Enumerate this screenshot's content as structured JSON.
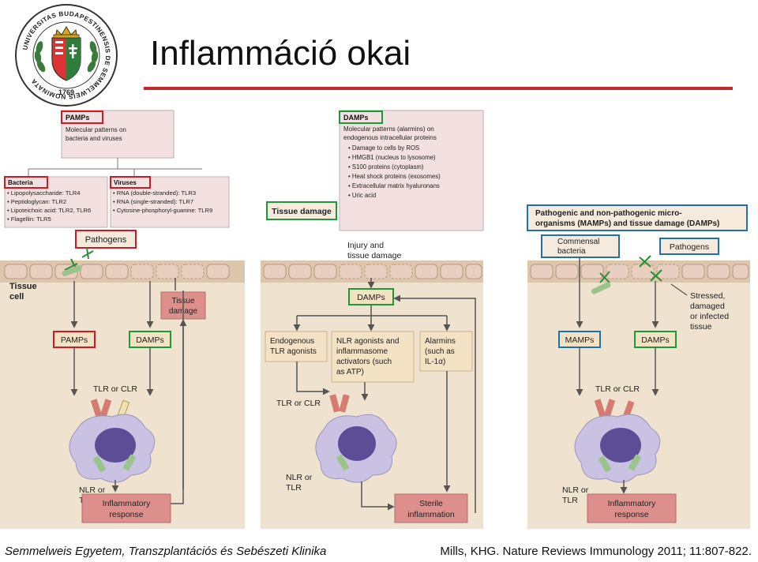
{
  "slide": {
    "title": "Inflammáció okai"
  },
  "seal": {
    "ring_text": "UNIVERSITAS BUDAPESTINENSIS DE SEMMELWEIS NOMINATA",
    "year": "1769"
  },
  "panel_a": {
    "pamps": {
      "title": "PAMPs",
      "lines": [
        "Molecular patterns on",
        "bacteria and viruses"
      ]
    },
    "bacteria": {
      "title": "Bacteria",
      "items": [
        "• Lipopolysaccharide: TLR4",
        "• Peptidoglycan: TLR2",
        "• Lipoteichoic acid: TLR2, TLR6",
        "• Flagellin: TLR5"
      ]
    },
    "viruses": {
      "title": "Viruses",
      "items": [
        "• RNA (double-stranded): TLR3",
        "• RNA (single-stranded): TLR7",
        "• Cytosine-phosphoryl-guanine: TLR9"
      ]
    },
    "pathogens": "Pathogens",
    "tissue_cell": [
      "Tissue",
      "cell"
    ],
    "tissue_damage": [
      "Tissue",
      "damage"
    ],
    "pamps_node": "PAMPs",
    "damps_node": "DAMPs",
    "tlr": "TLR or CLR",
    "nlr": [
      "NLR or",
      "TLR"
    ],
    "response": [
      "Inflammatory",
      "response"
    ]
  },
  "panel_b": {
    "damps": {
      "title": "DAMPs",
      "lines": [
        "Molecular patterns (alarmins) on",
        "endogenous intracellular proteins"
      ],
      "items": [
        "• Damage to cells by ROS",
        "• HMGB1 (nucleus to lysosome)",
        "• S100 proteins (cytoplasm)",
        "• Heat shock proteins (exosomes)",
        "• Extracellular matrix hyaluronans",
        "• Uric acid"
      ]
    },
    "tissue_damage_label": "Tissue damage",
    "injury": [
      "Injury and",
      "tissue damage"
    ],
    "damps_node": "DAMPs",
    "endogenous": [
      "Endogenous",
      "TLR agonists"
    ],
    "nlr_agonists": [
      "NLR agonists and",
      "inflammasome",
      "activators (such",
      "as ATP)"
    ],
    "alarmins": [
      "Alarmins",
      "(such as",
      "IL-1α)"
    ],
    "tlr": "TLR or CLR",
    "nlr": [
      "NLR or",
      "TLR"
    ],
    "response": [
      "Sterile",
      "inflammation"
    ]
  },
  "panel_c": {
    "header": [
      "Pathogenic and non-pathogenic micro-",
      "organisms (MAMPs) and tissue damage (DAMPs)"
    ],
    "commensal": [
      "Commensal",
      "bacteria"
    ],
    "pathogens": "Pathogens",
    "stressed": [
      "Stressed,",
      "damaged",
      "or infected",
      "tissue"
    ],
    "mamps_node": "MAMPs",
    "damps_node": "DAMPs",
    "tlr": "TLR or CLR",
    "nlr": [
      "NLR or",
      "TLR"
    ],
    "response": [
      "Inflammatory",
      "response"
    ]
  },
  "footer": {
    "institution": "Semmelweis Egyetem, Transzplantációs és Sebészeti Klinika",
    "citation": "Mills, KHG. Nature Reviews Immunology 2011; 11:807-822."
  },
  "colors": {
    "panel_bg": "#efe2cf",
    "tissue_band": "#dcc7ad",
    "info_box": "#f3e1e2",
    "node_fill": "#f4e2c4",
    "response_fill": "#dd8f8c",
    "red_highlight": "#d9161d",
    "green_highlight": "#1c9a37",
    "blue_highlight": "#1f6fb7",
    "title_rule": "#c0282d",
    "cell_fill": "#c9c2e2",
    "nucleus_fill": "#5d4d97"
  }
}
